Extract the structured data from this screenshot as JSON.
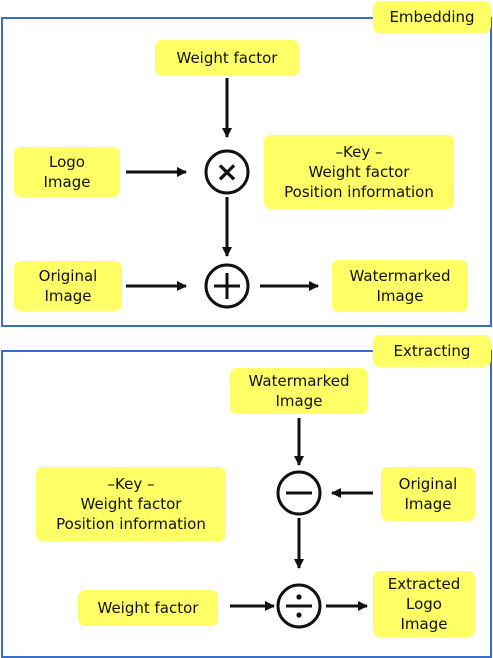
{
  "embedding": {
    "tag": "Embedding",
    "weight_factor": "Weight factor",
    "logo_image": "Logo\nImage",
    "key_info": "–Key –\nWeight factor\nPosition information",
    "original_image": "Original\nImage",
    "watermarked_image": "Watermarked\nImage",
    "multiply_symbol": "×",
    "add_symbol": "+"
  },
  "extracting": {
    "tag": "Extracting",
    "watermarked_image": "Watermarked\nImage",
    "key_info": "–Key –\nWeight factor\nPosition information",
    "original_image": "Original\nImage",
    "weight_factor": "Weight factor",
    "extracted_logo": "Extracted\nLogo\nImage",
    "subtract_symbol": "−",
    "divide_symbol": "÷"
  },
  "colors": {
    "box_fill": "#ffff66",
    "panel_border": "#3a6fc8",
    "stroke": "#111111"
  }
}
